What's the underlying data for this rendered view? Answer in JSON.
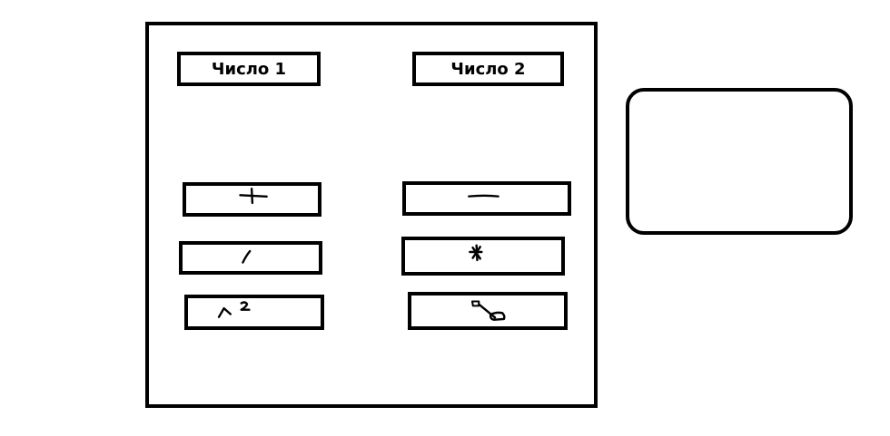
{
  "inputs": {
    "number1_label": "Число 1",
    "number2_label": "Число 2"
  },
  "buttons": [
    {
      "op": "add",
      "icon": "plus-icon"
    },
    {
      "op": "subtract",
      "icon": "minus-icon"
    },
    {
      "op": "divide",
      "icon": "slash-icon"
    },
    {
      "op": "multiply",
      "icon": "asterisk-icon"
    },
    {
      "op": "square",
      "icon": "caret-two-icon"
    },
    {
      "op": "fraction",
      "icon": "fraction-icon"
    }
  ],
  "result": {
    "value": ""
  },
  "colors": {
    "stroke": "#000000",
    "background": "#ffffff"
  }
}
